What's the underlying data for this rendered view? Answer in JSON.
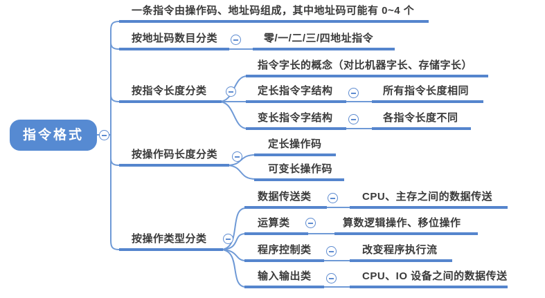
{
  "app": {
    "type": "mindmap-canvas"
  },
  "colors": {
    "branch_line": "#5585cd",
    "connector_line": "#6e99d6",
    "root_fill": "#568ad2",
    "root_text": "#ffffff",
    "topic_text": "#3a3a3a",
    "background": "#ffffff"
  },
  "icons": {
    "collapse": "minus-in-circle"
  },
  "mindmap": {
    "label": "指令格式",
    "children": [
      {
        "label": "一条指令由操作码、地址码组成，其中地址码可能有 0~4 个"
      },
      {
        "label": "按地址码数目分类",
        "children": [
          {
            "label": "零/一/二/三/四地址指令"
          }
        ]
      },
      {
        "label": "按指令长度分类",
        "children": [
          {
            "label": "指令字长的概念（对比机器字长、存储字长）"
          },
          {
            "label": "定长指令字结构",
            "children": [
              {
                "label": "所有指令长度相同"
              }
            ]
          },
          {
            "label": "变长指令字结构",
            "children": [
              {
                "label": "各指令长度不同"
              }
            ]
          }
        ]
      },
      {
        "label": "按操作码长度分类",
        "children": [
          {
            "label": "定长操作码"
          },
          {
            "label": "可变长操作码"
          }
        ]
      },
      {
        "label": "按操作类型分类",
        "children": [
          {
            "label": "数据传送类",
            "children": [
              {
                "label": "CPU、主存之间的数据传送"
              }
            ]
          },
          {
            "label": "运算类",
            "children": [
              {
                "label": "算数逻辑操作、移位操作"
              }
            ]
          },
          {
            "label": "程序控制类",
            "children": [
              {
                "label": "改变程序执行流"
              }
            ]
          },
          {
            "label": "输入输出类",
            "children": [
              {
                "label": "CPU、IO 设备之间的数据传送"
              }
            ]
          }
        ]
      }
    ]
  }
}
